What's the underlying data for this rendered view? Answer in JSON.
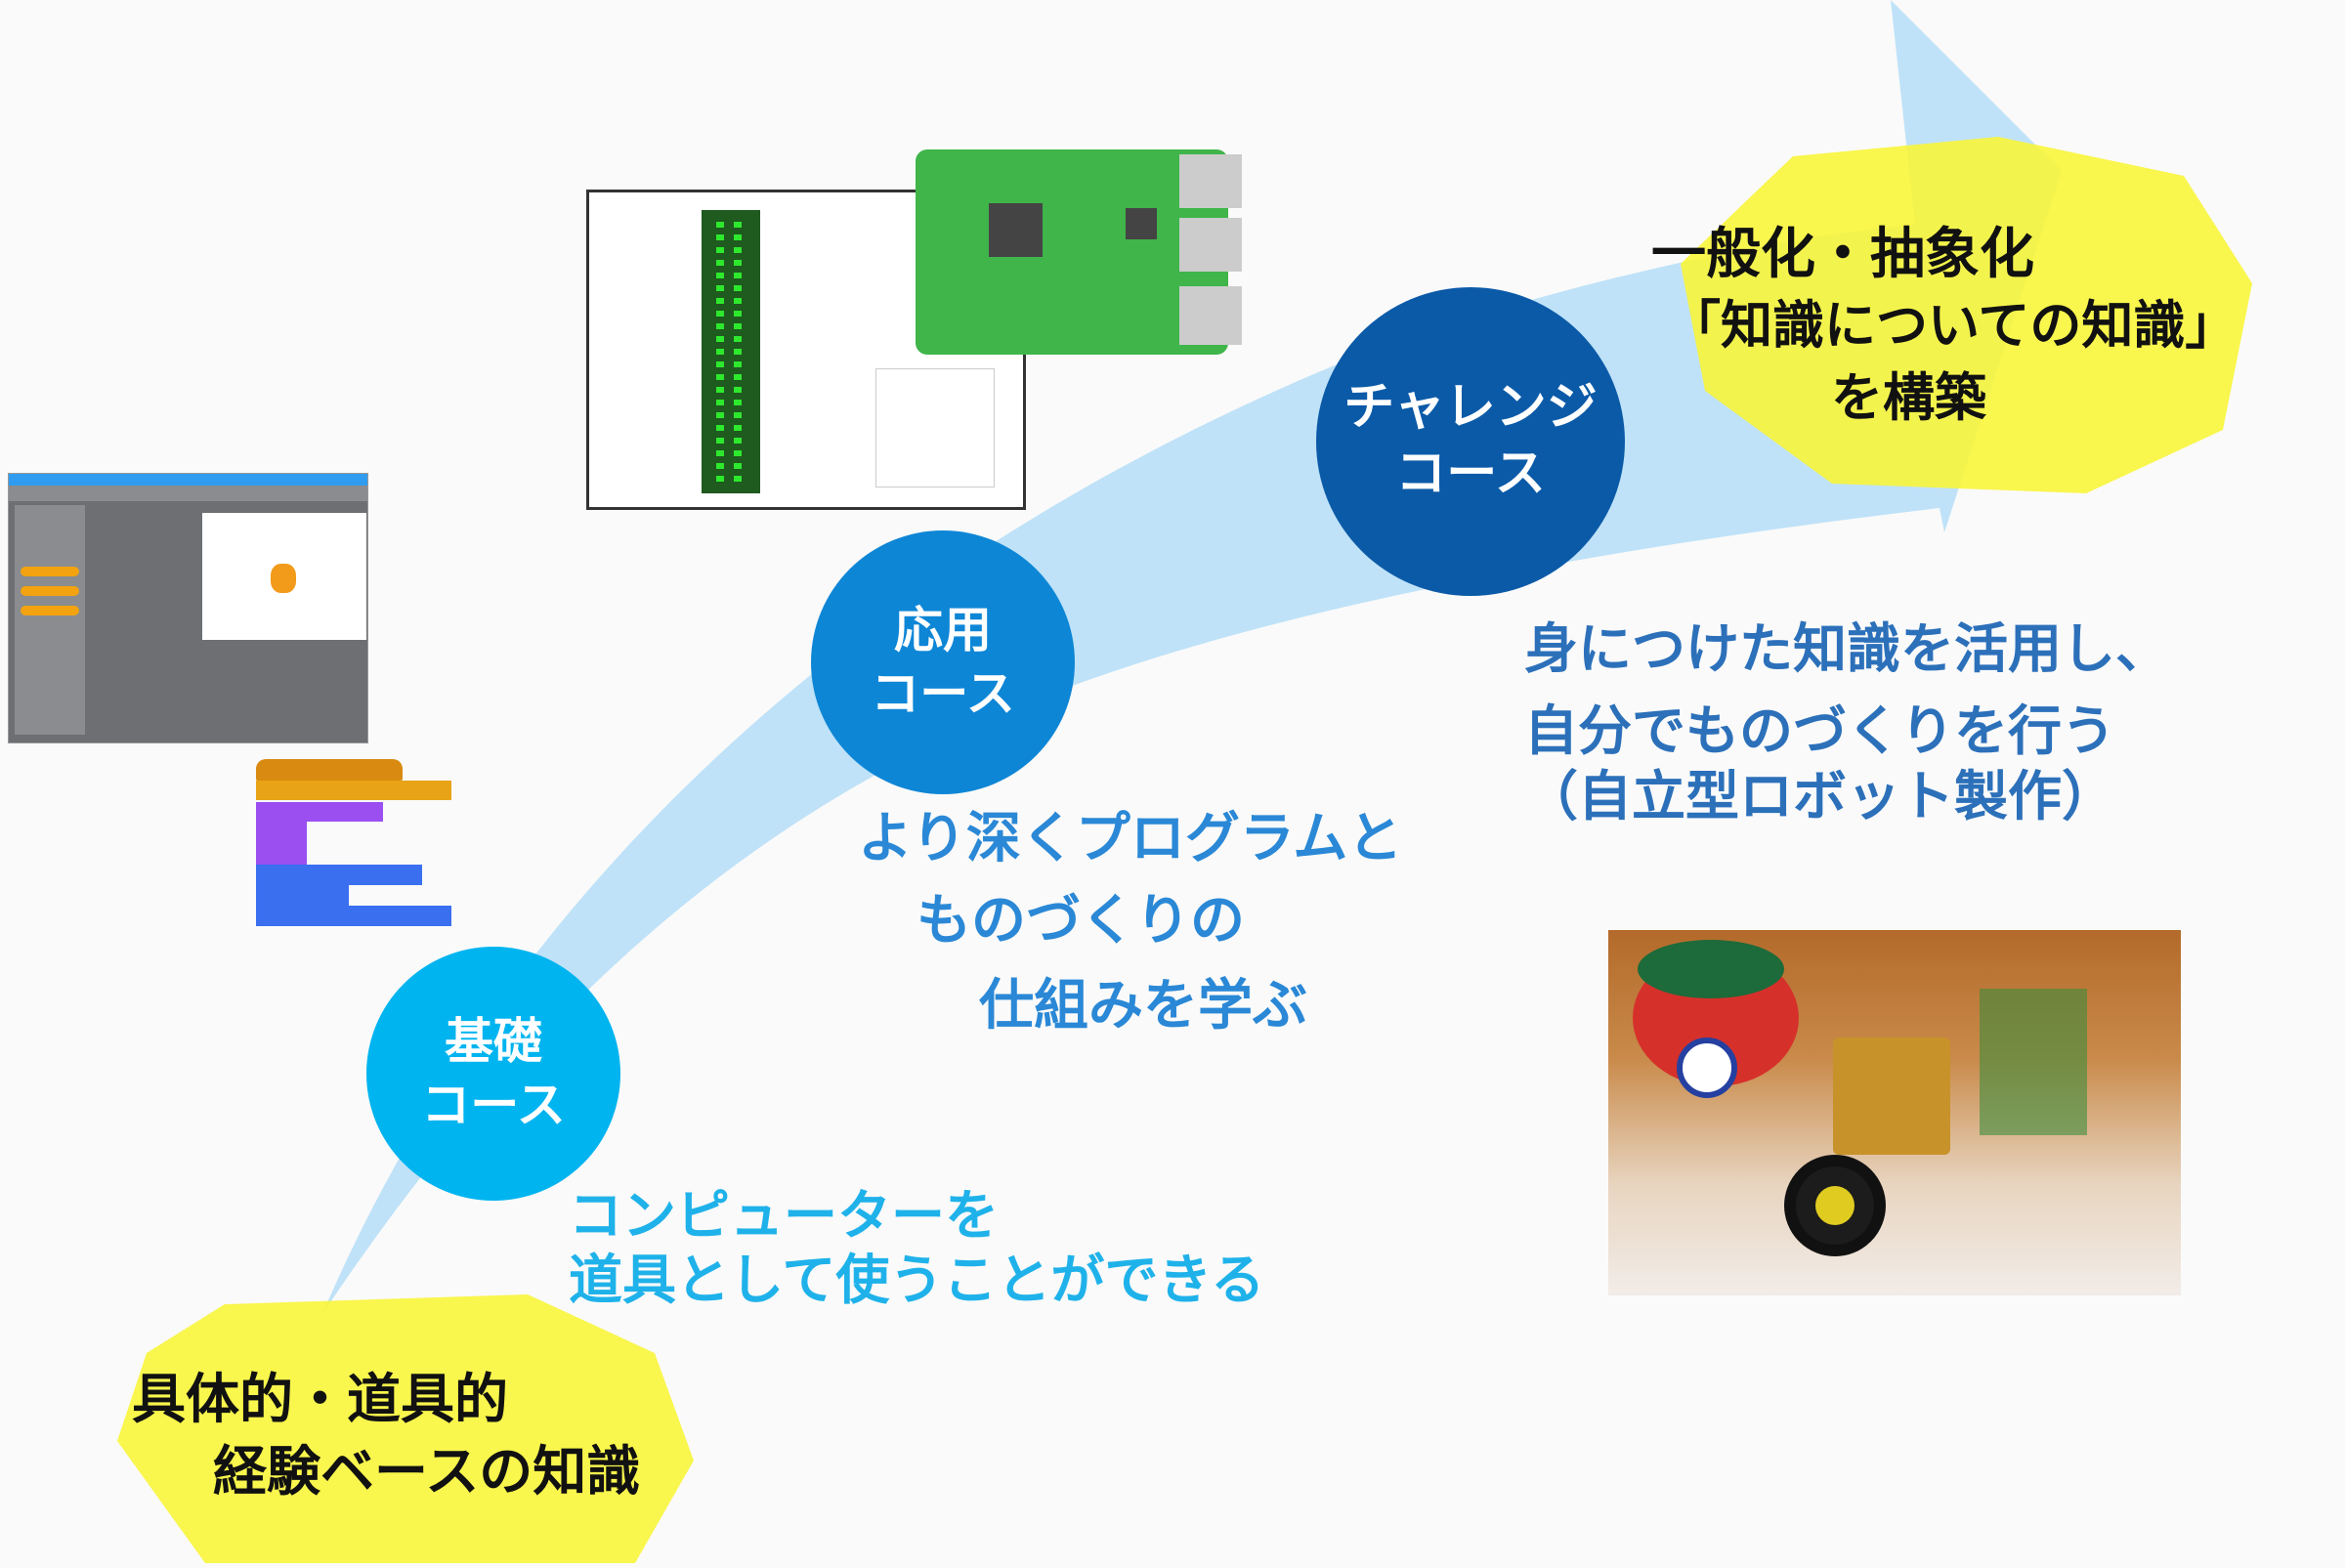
{
  "colors": {
    "arrow": "#bfe2f8",
    "basic": "#00b4f0",
    "applied": "#0e86d6",
    "challenge": "#0b5aa8",
    "highlight": "#f8f53a"
  },
  "bottom_blob": {
    "line1": "具体的・道具的",
    "line2": "経験ベースの知識"
  },
  "top_blob": {
    "line1": "一般化・抽象化",
    "line2": "「知識についての知識」",
    "line3": "を構築"
  },
  "courses": [
    {
      "line1": "基礎",
      "line2": "コース"
    },
    {
      "line1": "応用",
      "line2": "コース"
    },
    {
      "line1": "チャレンジ",
      "line2": "コース"
    }
  ],
  "descriptions": {
    "basic": [
      "コンピューターを",
      "道具として使うことができる"
    ],
    "applied": [
      "より深くプログラムと",
      "ものづくりの",
      "仕組みを学ぶ"
    ],
    "challenge": [
      "身につけた知識を活用し、",
      "自分でものづくりを行う",
      "（自立型ロボット製作）"
    ]
  },
  "images": {
    "scratch": "scratch-screenshot",
    "blocks": "scratch-blocks",
    "gpio": "gpio-pinout",
    "pi": "raspberry-pi-board",
    "robot": "robot-photo"
  }
}
